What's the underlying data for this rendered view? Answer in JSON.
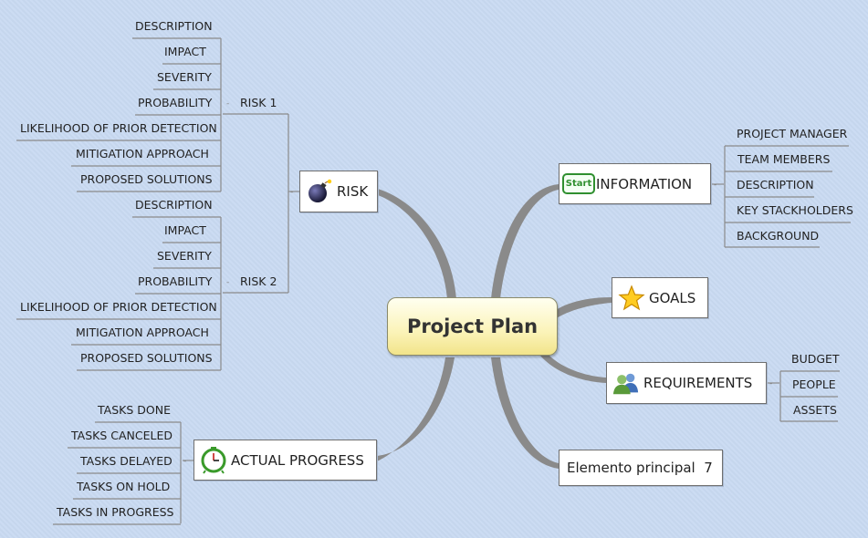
{
  "central": {
    "label": "Project Plan"
  },
  "risk": {
    "label": "RISK",
    "icon": "bomb-icon",
    "groups": [
      {
        "label": "RISK 1",
        "items": [
          "DESCRIPTION",
          "IMPACT",
          "SEVERITY",
          "PROBABILITY",
          "LIKELIHOOD OF PRIOR DETECTION",
          "MITIGATION APPROACH",
          "PROPOSED SOLUTIONS"
        ]
      },
      {
        "label": "RISK 2",
        "items": [
          "DESCRIPTION",
          "IMPACT",
          "SEVERITY",
          "PROBABILITY",
          "LIKELIHOOD OF PRIOR DETECTION",
          "MITIGATION APPROACH",
          "PROPOSED SOLUTIONS"
        ]
      }
    ]
  },
  "actual_progress": {
    "label": "ACTUAL PROGRESS",
    "icon": "clock-icon",
    "items": [
      "TASKS DONE",
      "TASKS CANCELED",
      "TASKS DELAYED",
      "TASKS ON HOLD",
      "TASKS IN PROGRESS"
    ]
  },
  "information": {
    "label": "INFORMATION",
    "icon": "start-icon",
    "icon_text": "Start",
    "items": [
      "PROJECT MANAGER",
      "TEAM MEMBERS",
      "DESCRIPTION",
      "KEY STACKHOLDERS",
      "BACKGROUND"
    ]
  },
  "goals": {
    "label": "GOALS",
    "icon": "star-icon"
  },
  "requirements": {
    "label": "REQUIREMENTS",
    "icon": "users-icon",
    "items": [
      "BUDGET",
      "PEOPLE",
      "ASSETS"
    ]
  },
  "element7": {
    "label": "Elemento principal  7"
  }
}
